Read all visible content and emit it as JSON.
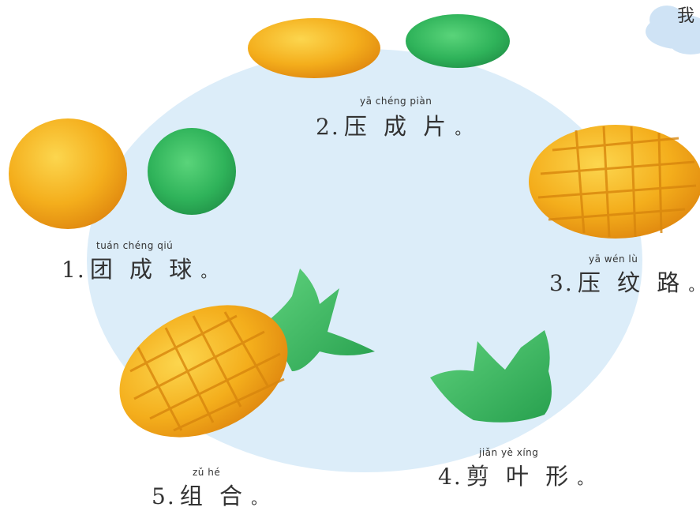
{
  "corner_text": "我",
  "steps": [
    {
      "number": "1.",
      "chars": "团 成 球",
      "pinyin": "tuán chéng qiú",
      "period": "。"
    },
    {
      "number": "2.",
      "chars": "压 成 片",
      "pinyin": "yā chéng piàn",
      "period": "。"
    },
    {
      "number": "3.",
      "chars": "压 纹 路",
      "pinyin": "yā wén lù",
      "period": "。"
    },
    {
      "number": "4.",
      "chars": "剪 叶 形",
      "pinyin": "jiǎn yè xíng",
      "period": "。"
    },
    {
      "number": "5.",
      "chars": "组 合",
      "pinyin": "zǔ hé",
      "period": "。"
    }
  ],
  "colors": {
    "circle": "#dcedf9",
    "cloud": "#cfe3f5",
    "orange": "#f5b11e",
    "orange_light": "#fcd04a",
    "orange_dark": "#e08a10",
    "green": "#2fb35a",
    "green_light": "#4fcf72",
    "green_dark": "#1f8d45"
  }
}
